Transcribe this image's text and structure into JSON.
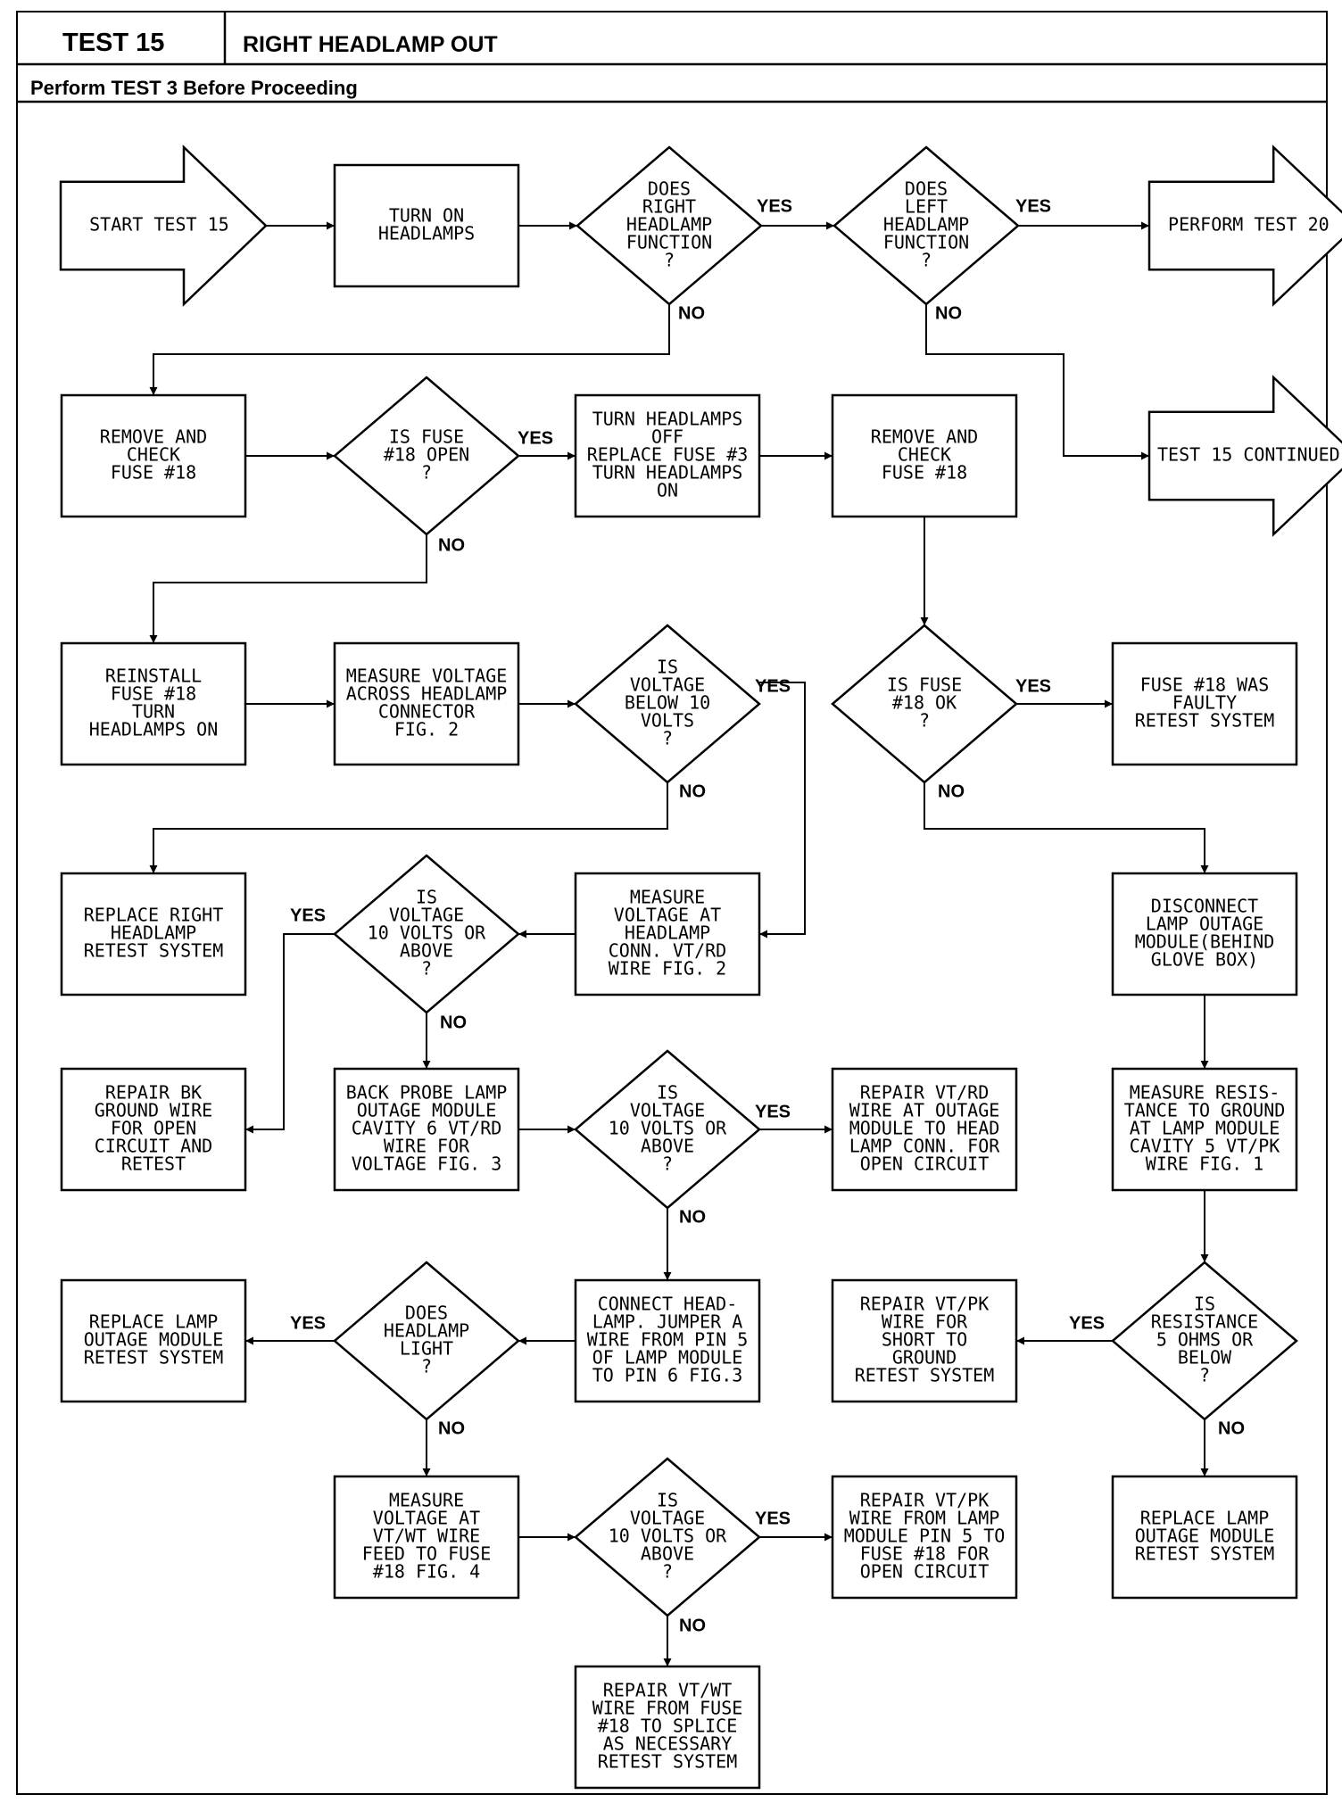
{
  "header": {
    "test_number": "TEST 15",
    "title": "RIGHT HEADLAMP OUT",
    "prerequisite": "Perform TEST 3 Before Proceeding"
  },
  "labels": {
    "yes": "YES",
    "no": "NO"
  },
  "nodes": {
    "start": [
      "START TEST 15"
    ],
    "turn_on": [
      "TURN ON",
      "HEADLAMPS"
    ],
    "d_right": [
      "DOES",
      "RIGHT",
      "HEADLAMP",
      "FUNCTION",
      "?"
    ],
    "d_left": [
      "DOES",
      "LEFT",
      "HEADLAMP",
      "FUNCTION",
      "?"
    ],
    "test20": [
      "PERFORM TEST 20"
    ],
    "remove1": [
      "REMOVE AND",
      "CHECK",
      "FUSE #18"
    ],
    "d_fuse_open": [
      "IS FUSE",
      "#18 OPEN",
      "?"
    ],
    "turn_off": [
      "TURN HEADLAMPS",
      "OFF",
      "REPLACE FUSE #3",
      "TURN HEADLAMPS",
      "ON"
    ],
    "remove2": [
      "REMOVE AND",
      "CHECK",
      "FUSE #18"
    ],
    "cont": [
      "TEST 15 CONTINUED"
    ],
    "reinstall": [
      "REINSTALL",
      "FUSE #18",
      "TURN",
      "HEADLAMPS ON"
    ],
    "measure1": [
      "MEASURE VOLTAGE",
      "ACROSS HEADLAMP",
      "CONNECTOR",
      "FIG. 2"
    ],
    "d_below10": [
      "IS",
      "VOLTAGE",
      "BELOW 10",
      "VOLTS",
      "?"
    ],
    "d_fuse_ok": [
      "IS FUSE",
      "#18 OK",
      "?"
    ],
    "faulty": [
      "FUSE #18 WAS",
      "FAULTY",
      "RETEST SYSTEM"
    ],
    "replace_right": [
      "REPLACE RIGHT",
      "HEADLAMP",
      "RETEST SYSTEM"
    ],
    "d_10above1": [
      "IS",
      "VOLTAGE",
      "10 VOLTS OR",
      "ABOVE",
      "?"
    ],
    "measure_conn": [
      "MEASURE",
      "VOLTAGE AT",
      "HEADLAMP",
      "CONN. VT/RD",
      "WIRE FIG. 2"
    ],
    "disconnect": [
      "DISCONNECT",
      "LAMP OUTAGE",
      "MODULE(BEHIND",
      "GLOVE BOX)"
    ],
    "repair_bk": [
      "REPAIR BK",
      "GROUND WIRE",
      "FOR OPEN",
      "CIRCUIT AND",
      "RETEST"
    ],
    "backprobe": [
      "BACK PROBE LAMP",
      "OUTAGE MODULE",
      "CAVITY 6 VT/RD",
      "WIRE FOR",
      "VOLTAGE FIG. 3"
    ],
    "d_10above2": [
      "IS",
      "VOLTAGE",
      "10 VOLTS OR",
      "ABOVE",
      "?"
    ],
    "repair_vtrd": [
      "REPAIR VT/RD",
      "WIRE AT OUTAGE",
      "MODULE TO HEAD",
      "LAMP CONN. FOR",
      "OPEN CIRCUIT"
    ],
    "measure_res": [
      "MEASURE RESIS-",
      "TANCE TO GROUND",
      "AT LAMP MODULE",
      "CAVITY 5 VT/PK",
      "WIRE FIG. 1"
    ],
    "replace_module1": [
      "REPLACE LAMP",
      "OUTAGE MODULE",
      "RETEST SYSTEM"
    ],
    "d_light": [
      "DOES",
      "HEADLAMP",
      "LIGHT",
      "?"
    ],
    "connect": [
      "CONNECT HEAD-",
      "LAMP. JUMPER A",
      "WIRE FROM PIN 5",
      "OF LAMP MODULE",
      "TO PIN 6 FIG.3"
    ],
    "repair_vtpk1": [
      "REPAIR VT/PK",
      "WIRE FOR",
      "SHORT TO",
      "GROUND",
      "RETEST SYSTEM"
    ],
    "d_res": [
      "IS",
      "RESISTANCE",
      "5 OHMS OR",
      "BELOW",
      "?"
    ],
    "measure_feed": [
      "MEASURE",
      "VOLTAGE AT",
      "VT/WT WIRE",
      "FEED TO FUSE",
      "#18 FIG. 4"
    ],
    "d_10above3": [
      "IS",
      "VOLTAGE",
      "10 VOLTS OR",
      "ABOVE",
      "?"
    ],
    "repair_vtpk2": [
      "REPAIR VT/PK",
      "WIRE FROM LAMP",
      "MODULE PIN 5 TO",
      "FUSE #18 FOR",
      "OPEN CIRCUIT"
    ],
    "replace_module2": [
      "REPLACE LAMP",
      "OUTAGE MODULE",
      "RETEST SYSTEM"
    ],
    "repair_vtwt": [
      "REPAIR VT/WT",
      "WIRE FROM FUSE",
      "#18 TO SPLICE",
      "AS NECESSARY",
      "RETEST SYSTEM"
    ]
  }
}
